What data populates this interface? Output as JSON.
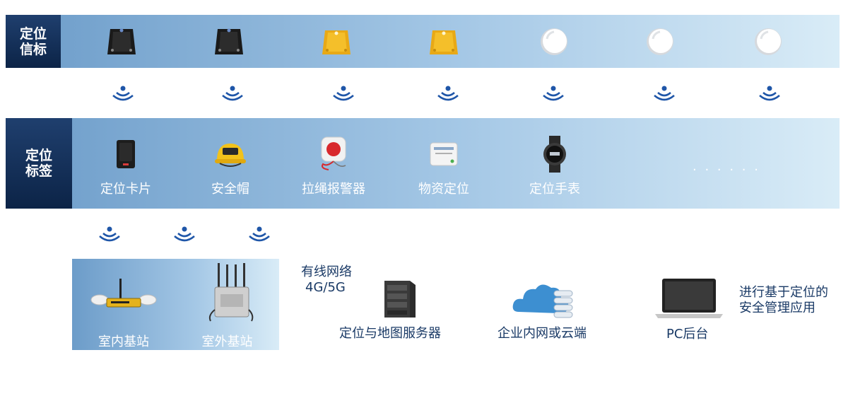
{
  "beacons": {
    "label_line1": "定位",
    "label_line2": "信标",
    "items": [
      {
        "icon": "black-beacon-icon"
      },
      {
        "icon": "black-beacon-icon"
      },
      {
        "icon": "yellow-beacon-icon"
      },
      {
        "icon": "yellow-beacon-icon"
      },
      {
        "icon": "white-round-beacon-icon"
      },
      {
        "icon": "white-round-beacon-icon"
      },
      {
        "icon": "white-round-beacon-icon"
      }
    ]
  },
  "tags": {
    "label_line1": "定位",
    "label_line2": "标签",
    "items": [
      {
        "label": "定位卡片",
        "icon": "tag-card-icon"
      },
      {
        "label": "安全帽",
        "icon": "helmet-icon"
      },
      {
        "label": "拉绳报警器",
        "icon": "pull-cord-alarm-icon"
      },
      {
        "label": "物资定位",
        "icon": "asset-tag-icon"
      },
      {
        "label": "定位手表",
        "icon": "watch-icon"
      }
    ],
    "more": "… ….",
    "more_text": ". . .  . . ."
  },
  "stations": {
    "indoor": "室内基站",
    "outdoor": "室外基站"
  },
  "network": {
    "line1": "有线网络",
    "line2": "4G/5G"
  },
  "server": "定位与地图服务器",
  "cloud": "企业内网或云端",
  "pc": "PC后台",
  "apps": {
    "line1": "进行基于定位的",
    "line2": "安全管理应用"
  },
  "colors": {
    "dark_label": "#0c2447",
    "text_blue": "#1a3a66",
    "band_light": "#d9ecf7",
    "band_dark": "#6c9cc9",
    "wave": "#1f56a8"
  }
}
